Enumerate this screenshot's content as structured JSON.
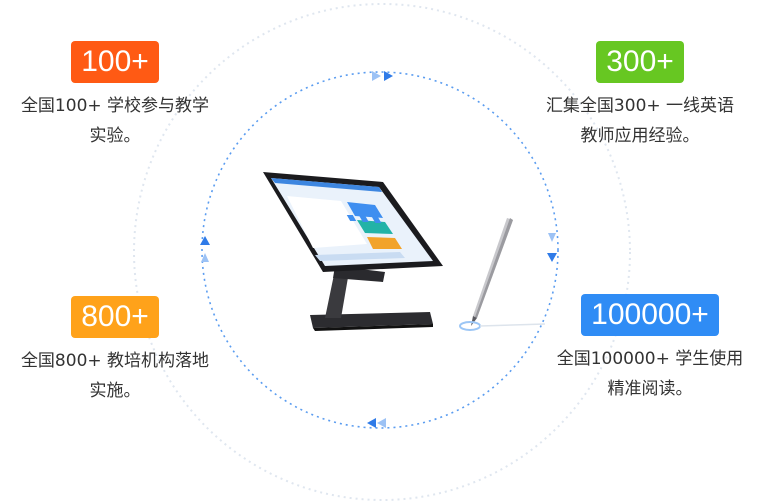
{
  "stats": [
    {
      "value": "100+",
      "color": "#ff5a14",
      "lines": [
        "全国100+ 学校参与教学",
        "实验。"
      ]
    },
    {
      "value": "300+",
      "color": "#67c722",
      "lines": [
        "汇集全国300+ 一线英语",
        "教师应用经验。"
      ]
    },
    {
      "value": "800+",
      "color": "#ffa21a",
      "lines": [
        "全国800+ 教培机构落地",
        "实施。"
      ]
    },
    {
      "value": "100000+",
      "color": "#2f8cf5",
      "lines": [
        "全国100000+ 学生使用",
        "精准阅读。"
      ]
    }
  ],
  "colors": {
    "ring": "#5a9cf0",
    "outer_ring": "#dfe6ef"
  }
}
